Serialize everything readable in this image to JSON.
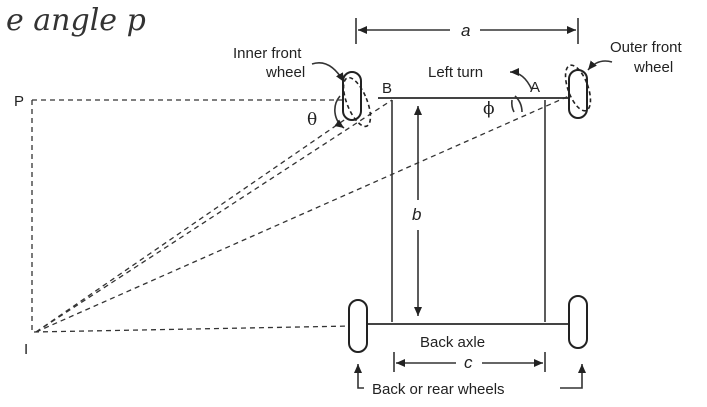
{
  "heading_fragment": "e angle p",
  "labels": {
    "inner_front_wheel_line1": "Inner front",
    "inner_front_wheel_line2": "wheel",
    "outer_front_wheel_line1": "Outer front",
    "outer_front_wheel_line2": "wheel",
    "left_turn": "Left turn",
    "back_axle": "Back axle",
    "rear_wheels": "Back or rear wheels"
  },
  "points": {
    "P": "P",
    "I": "I",
    "A": "A",
    "B": "B"
  },
  "dimensions": {
    "a": "a",
    "b": "b",
    "c": "c"
  },
  "angles": {
    "theta": "θ",
    "phi": "ϕ"
  }
}
